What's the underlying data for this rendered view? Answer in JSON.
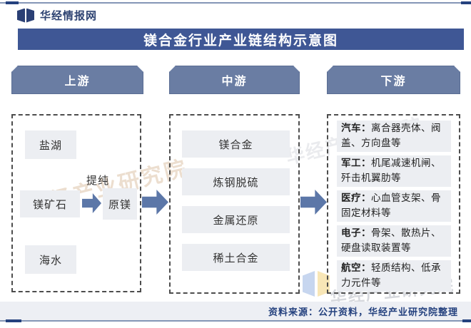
{
  "brand": {
    "name": "华经情报网"
  },
  "title": "镁合金行业产业链结构示意图",
  "columns": {
    "upstream": {
      "header": "上游",
      "items": [
        "盐湖",
        "镁矿石",
        "原镁",
        "海水"
      ],
      "process_label": "提纯"
    },
    "midstream": {
      "header": "中游",
      "items": [
        "镁合金",
        "炼钢脱硫",
        "金属还原",
        "稀土合金"
      ]
    },
    "downstream": {
      "header": "下游",
      "items": [
        {
          "category": "汽车：",
          "desc": "离合器壳体、阀盖、方向盘等"
        },
        {
          "category": "军工：",
          "desc": "机尾减速机闸、歼击机翼肋等"
        },
        {
          "category": "医疗：",
          "desc": "心血管支架、骨固定材料等"
        },
        {
          "category": "电子：",
          "desc": "骨架、散热片、硬盘读取装置等"
        },
        {
          "category": "航空：",
          "desc": "轻质结构、低承力元件等"
        }
      ]
    }
  },
  "footer": {
    "source": "资料来源：公开资料，华经产业研究院整理"
  },
  "watermark": {
    "text": "华经产业研究院"
  },
  "colors": {
    "title_bar": "#3F5795",
    "column_header": "#6A7DA3",
    "arrow": "#5C77A8",
    "item_box": "#ECEEF2",
    "brand_text": "#2E4372",
    "source_text": "#24417E",
    "rule_line": "#8496B6",
    "rule_cap": "#24417E"
  }
}
